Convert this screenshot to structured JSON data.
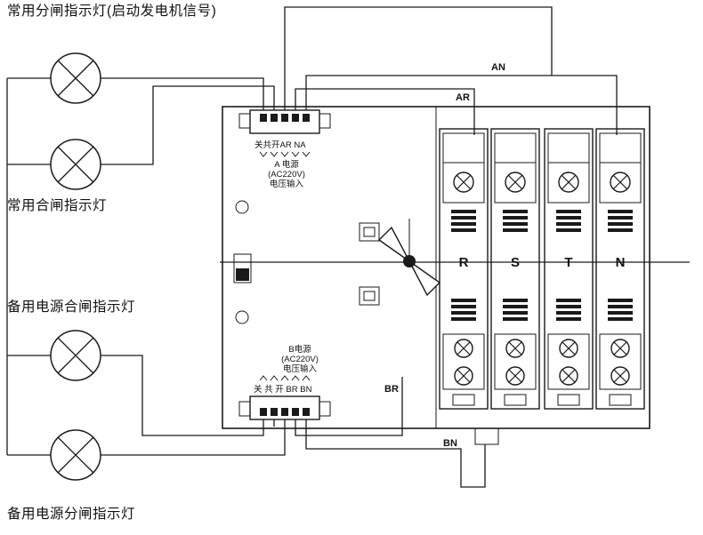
{
  "diagram": {
    "title": "常用分闸指示灯(启动发电机信号)",
    "lamp_labels": {
      "normal_close": "常用合闸指示灯",
      "backup_close": "备用电源合闸指示灯",
      "backup_open": "备用电源分闸指示灯"
    },
    "device": {
      "terminal_row_top": "关共开AR  NA",
      "power_a": [
        "A 电源",
        "(AC220V)",
        "电压输入"
      ],
      "power_b": [
        "B电源",
        "(AC220V)",
        "电压输入"
      ],
      "terminal_row_bottom": "关 共 开 BR BN",
      "phases": [
        "R",
        "S",
        "T",
        "N"
      ]
    },
    "wire_labels": {
      "an": "AN",
      "ar": "AR",
      "br": "BR",
      "bn": "BN"
    },
    "colors": {
      "ink": "#1a1a1a",
      "background": "#ffffff"
    }
  }
}
